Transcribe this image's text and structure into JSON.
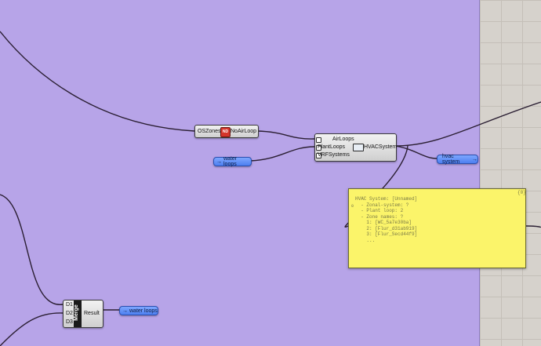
{
  "canvas": {
    "group_color": "#b7a4e8",
    "background_color": "#d6d2cc",
    "wire_color": "#2b1f33"
  },
  "no_air_loop": {
    "input_label": "OSZones",
    "icon": "ironbug-nd-icon",
    "icon_text": "ND",
    "output_label": "NoAirLoop"
  },
  "hvac_system": {
    "inputs": [
      "AirLoops",
      "PlantLoops",
      "VRFSystems"
    ],
    "icon": "hvac-system-icon",
    "output_label": "HVACSystem"
  },
  "water_loops_param_top": {
    "label": "water loops",
    "arrow": "→"
  },
  "hvac_param": {
    "label": "hvac system",
    "arrow": "→"
  },
  "merge": {
    "inputs": [
      "D1",
      "D2",
      "D3"
    ],
    "title": "Merge",
    "output_label": "Result"
  },
  "water_loops_param_bottom": {
    "label": "water loops",
    "arrow": "→"
  },
  "panel": {
    "index": "{0}",
    "line_number": "0",
    "lines": [
      "HVAC System: [Unnamed]",
      "  - Zonal-system: ?",
      "  - Plant loop: 2",
      "  - Zone names: ?",
      "    1: [WC_5a7e30ba]",
      "    2: [Flur_d31ab919]",
      "    3: [Flur_Secd44f9]",
      "    ..."
    ]
  }
}
